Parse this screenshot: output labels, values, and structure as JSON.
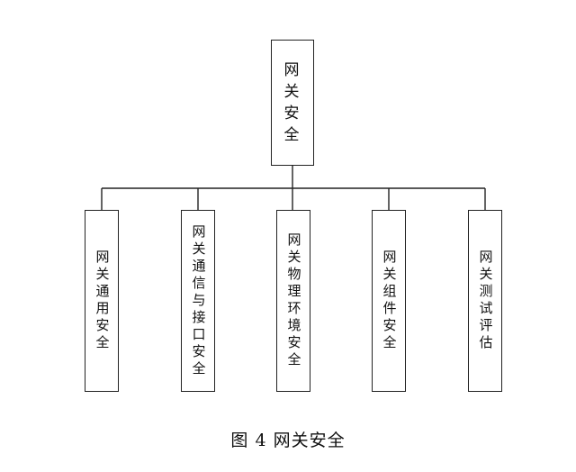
{
  "diagram": {
    "root": {
      "label": "网关安全"
    },
    "children": [
      {
        "label": "网关通用安全"
      },
      {
        "label": "网关通信与接口安全"
      },
      {
        "label": "网关物理环境安全"
      },
      {
        "label": "网关组件安全"
      },
      {
        "label": "网关测试评估"
      }
    ]
  },
  "caption": "图 4  网关安全"
}
